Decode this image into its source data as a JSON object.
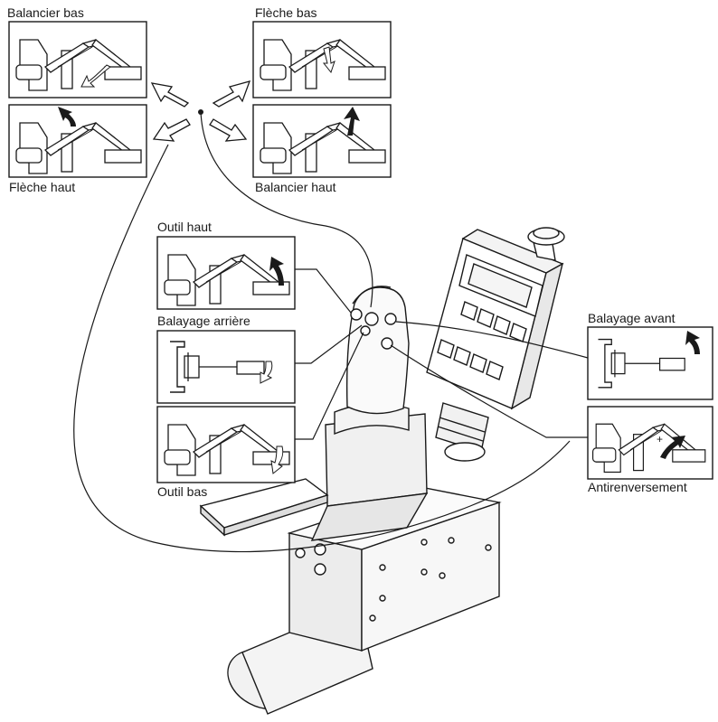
{
  "labels": {
    "balancier_bas": "Balancier bas",
    "fleche_bas": "Flèche bas",
    "fleche_haut": "Flèche haut",
    "balancier_haut": "Balancier haut",
    "outil_haut": "Outil haut",
    "balayage_arriere": "Balayage arrière",
    "outil_bas": "Outil bas",
    "balayage_avant": "Balayage avant",
    "antirenversement": "Antirenversement"
  },
  "colors": {
    "ink": "#1a1a1a",
    "panel_fill": "#ffffff",
    "shade": "#e9e9e9"
  }
}
